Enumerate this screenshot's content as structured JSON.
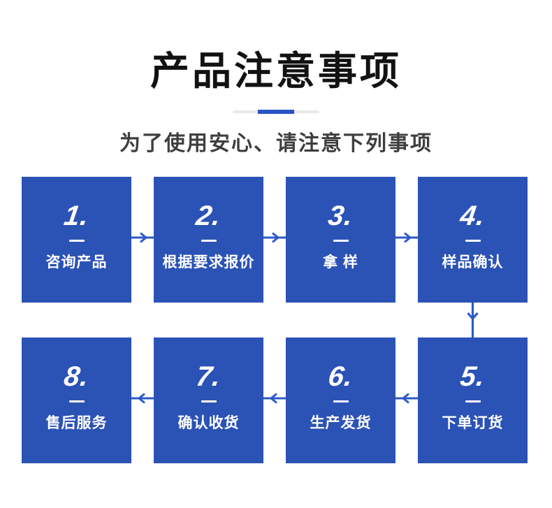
{
  "header": {
    "title": "产品注意事项",
    "subtitle": "为了使用安心、请注意下列事项"
  },
  "colors": {
    "box_blue": "#2b52b5",
    "arrow_blue": "#2d5ac6",
    "divider_gray": "#e9e9e9",
    "divider_blue": "#2a53c3",
    "title_color": "#121212",
    "subtitle_color": "#3e3e3e",
    "step_text": "#ffffff",
    "bg": "#ffffff"
  },
  "flow": {
    "icons": {
      "right": "arrow-right-icon",
      "down": "arrow-down-icon",
      "left": "arrow-left-icon"
    }
  },
  "steps": [
    {
      "number": "1.",
      "label": "咨询产品"
    },
    {
      "number": "2.",
      "label": "根据要求报价"
    },
    {
      "number": "3.",
      "label": "拿 样"
    },
    {
      "number": "4.",
      "label": "样品确认"
    },
    {
      "number": "5.",
      "label": "下单订货"
    },
    {
      "number": "6.",
      "label": "生产发货"
    },
    {
      "number": "7.",
      "label": "确认收货"
    },
    {
      "number": "8.",
      "label": "售后服务"
    }
  ]
}
